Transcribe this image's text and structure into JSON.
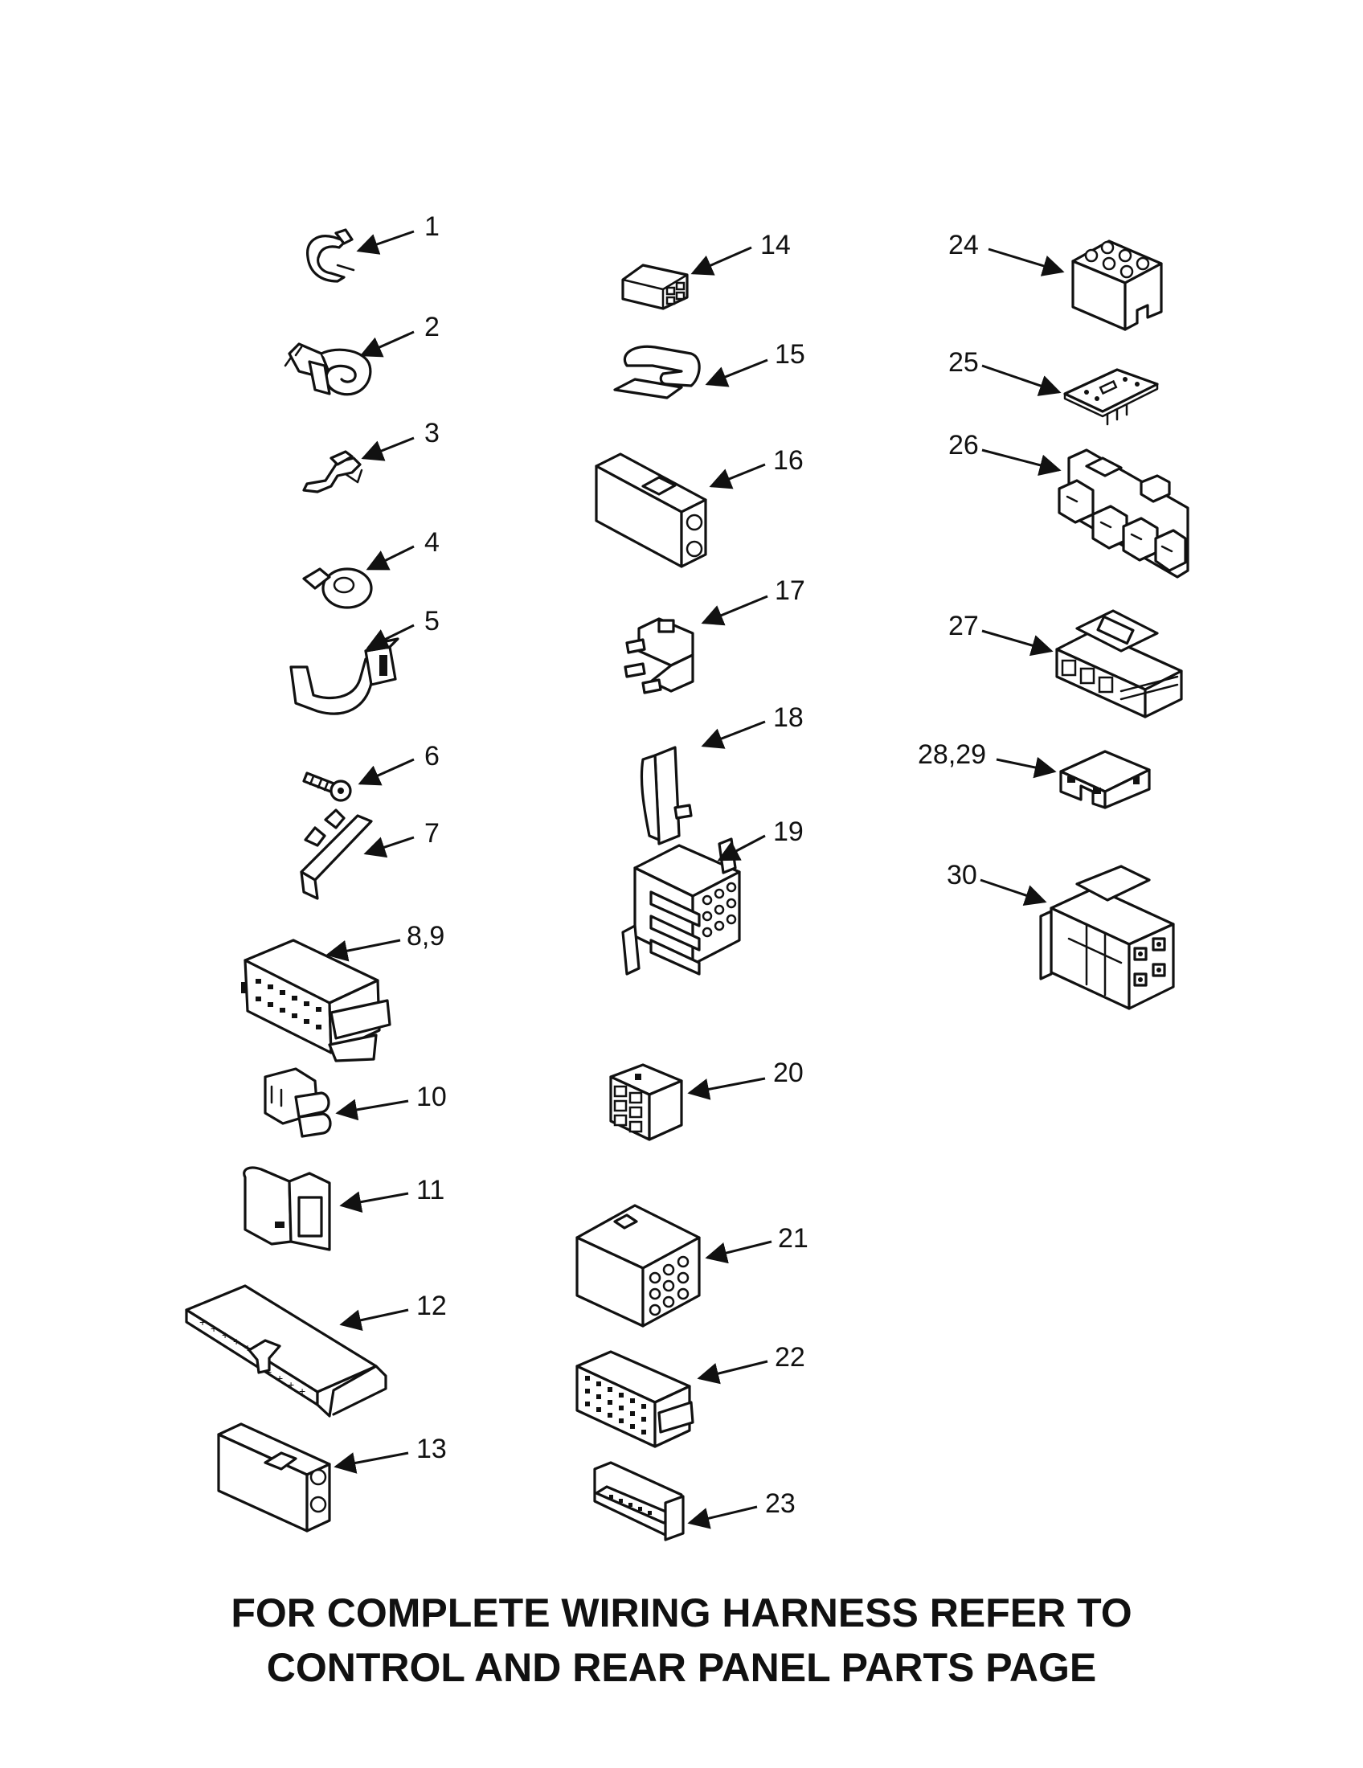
{
  "callouts": {
    "c1": "1",
    "c2": "2",
    "c3": "3",
    "c4": "4",
    "c5": "5",
    "c6": "6",
    "c7": "7",
    "c8_9": "8,9",
    "c10": "10",
    "c11": "11",
    "c12": "12",
    "c13": "13",
    "c14": "14",
    "c15": "15",
    "c16": "16",
    "c17": "17",
    "c18": "18",
    "c19": "19",
    "c20": "20",
    "c21": "21",
    "c22": "22",
    "c23": "23",
    "c24": "24",
    "c25": "25",
    "c26": "26",
    "c27": "27",
    "c28_29": "28,29",
    "c30": "30"
  },
  "footer": {
    "line1": "FOR COMPLETE WIRING HARNESS REFER TO",
    "line2": "CONTROL AND REAR PANEL PARTS PAGE"
  }
}
